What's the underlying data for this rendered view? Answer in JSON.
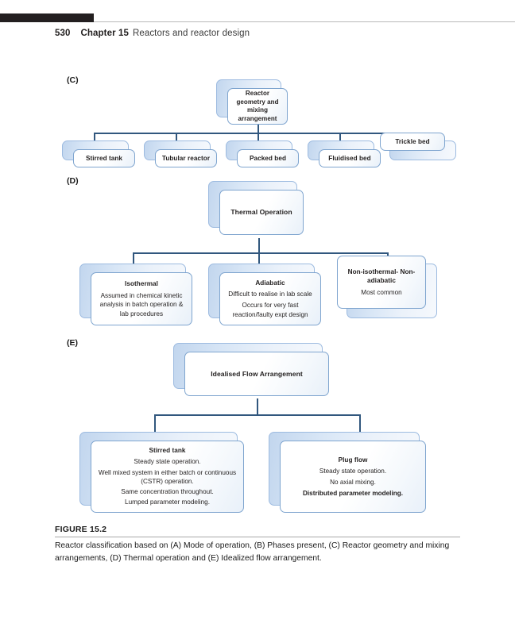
{
  "running_head": {
    "page_number": "530",
    "chapter": "Chapter 15",
    "title": "Reactors and reactor design"
  },
  "panels": {
    "c": {
      "letter": "(C)",
      "root": "Reactor geometry and mixing arrangement",
      "root_lines": [
        "Reactor",
        "geometry and",
        "mixing",
        "arrangement"
      ],
      "children": [
        {
          "title": "Stirred tank"
        },
        {
          "title": "Tubular reactor"
        },
        {
          "title": "Packed bed"
        },
        {
          "title": "Fluidised bed"
        },
        {
          "title": "Trickle bed"
        }
      ]
    },
    "d": {
      "letter": "(D)",
      "root": "Thermal Operation",
      "children": [
        {
          "title": "Isothermal",
          "lines": [
            "Assumed in chemical kinetic analysis in batch operation & lab procedures"
          ]
        },
        {
          "title": "Adiabatic",
          "lines": [
            "Difficult to realise in lab scale",
            "Occurs for very fast reaction/faulty expt design"
          ]
        },
        {
          "title": "Non-isothermal- Non-adiabatic",
          "lines": [
            "Most common"
          ]
        }
      ]
    },
    "e": {
      "letter": "(E)",
      "root": "Idealised Flow Arrangement",
      "children": [
        {
          "title": "Stirred tank",
          "lines": [
            "Steady state operation.",
            "Well mixed system in either batch or continuous (CSTR) operation.",
            "Same concentration throughout.",
            "Lumped parameter modeling."
          ],
          "bold_lines": []
        },
        {
          "title": "Plug flow",
          "lines": [
            "Steady state operation.",
            "No axial mixing.",
            "Distributed parameter modeling."
          ],
          "bold_lines": [
            "Distributed parameter modeling."
          ]
        }
      ]
    }
  },
  "figure": {
    "label": "FIGURE 15.2",
    "caption": "Reactor classification based on (A) Mode of operation, (B) Phases present, (C) Reactor geometry and mixing arrangements, (D) Thermal operation and (E) Idealized flow arrangement."
  },
  "colors": {
    "connector": "#31577e",
    "card_border": "#7fa5cf",
    "plate_fill": "#c2d6ee",
    "header_bar": "#231f20"
  }
}
